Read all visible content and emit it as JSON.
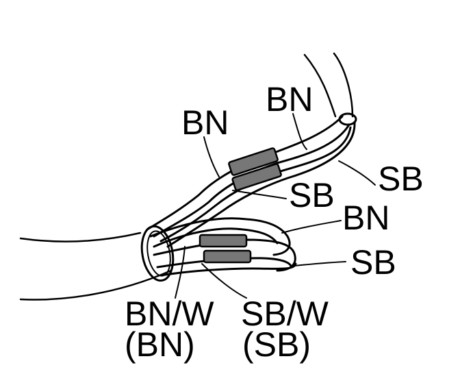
{
  "diagram": {
    "labels": {
      "bn_top_right": "BN",
      "bn_top_left": "BN",
      "sb_upper_right": "SB",
      "sb_middle": "SB",
      "bn_middle_right": "BN",
      "sb_lower_right": "SB",
      "bn_w_bottom": "BN/W",
      "bn_paren_bottom": "(BN)",
      "sb_w_bottom": "SB/W",
      "sb_paren_bottom": "(SB)"
    },
    "colors": {
      "line": "#000000",
      "background": "#ffffff",
      "sleeve_fill": "#777777"
    }
  }
}
